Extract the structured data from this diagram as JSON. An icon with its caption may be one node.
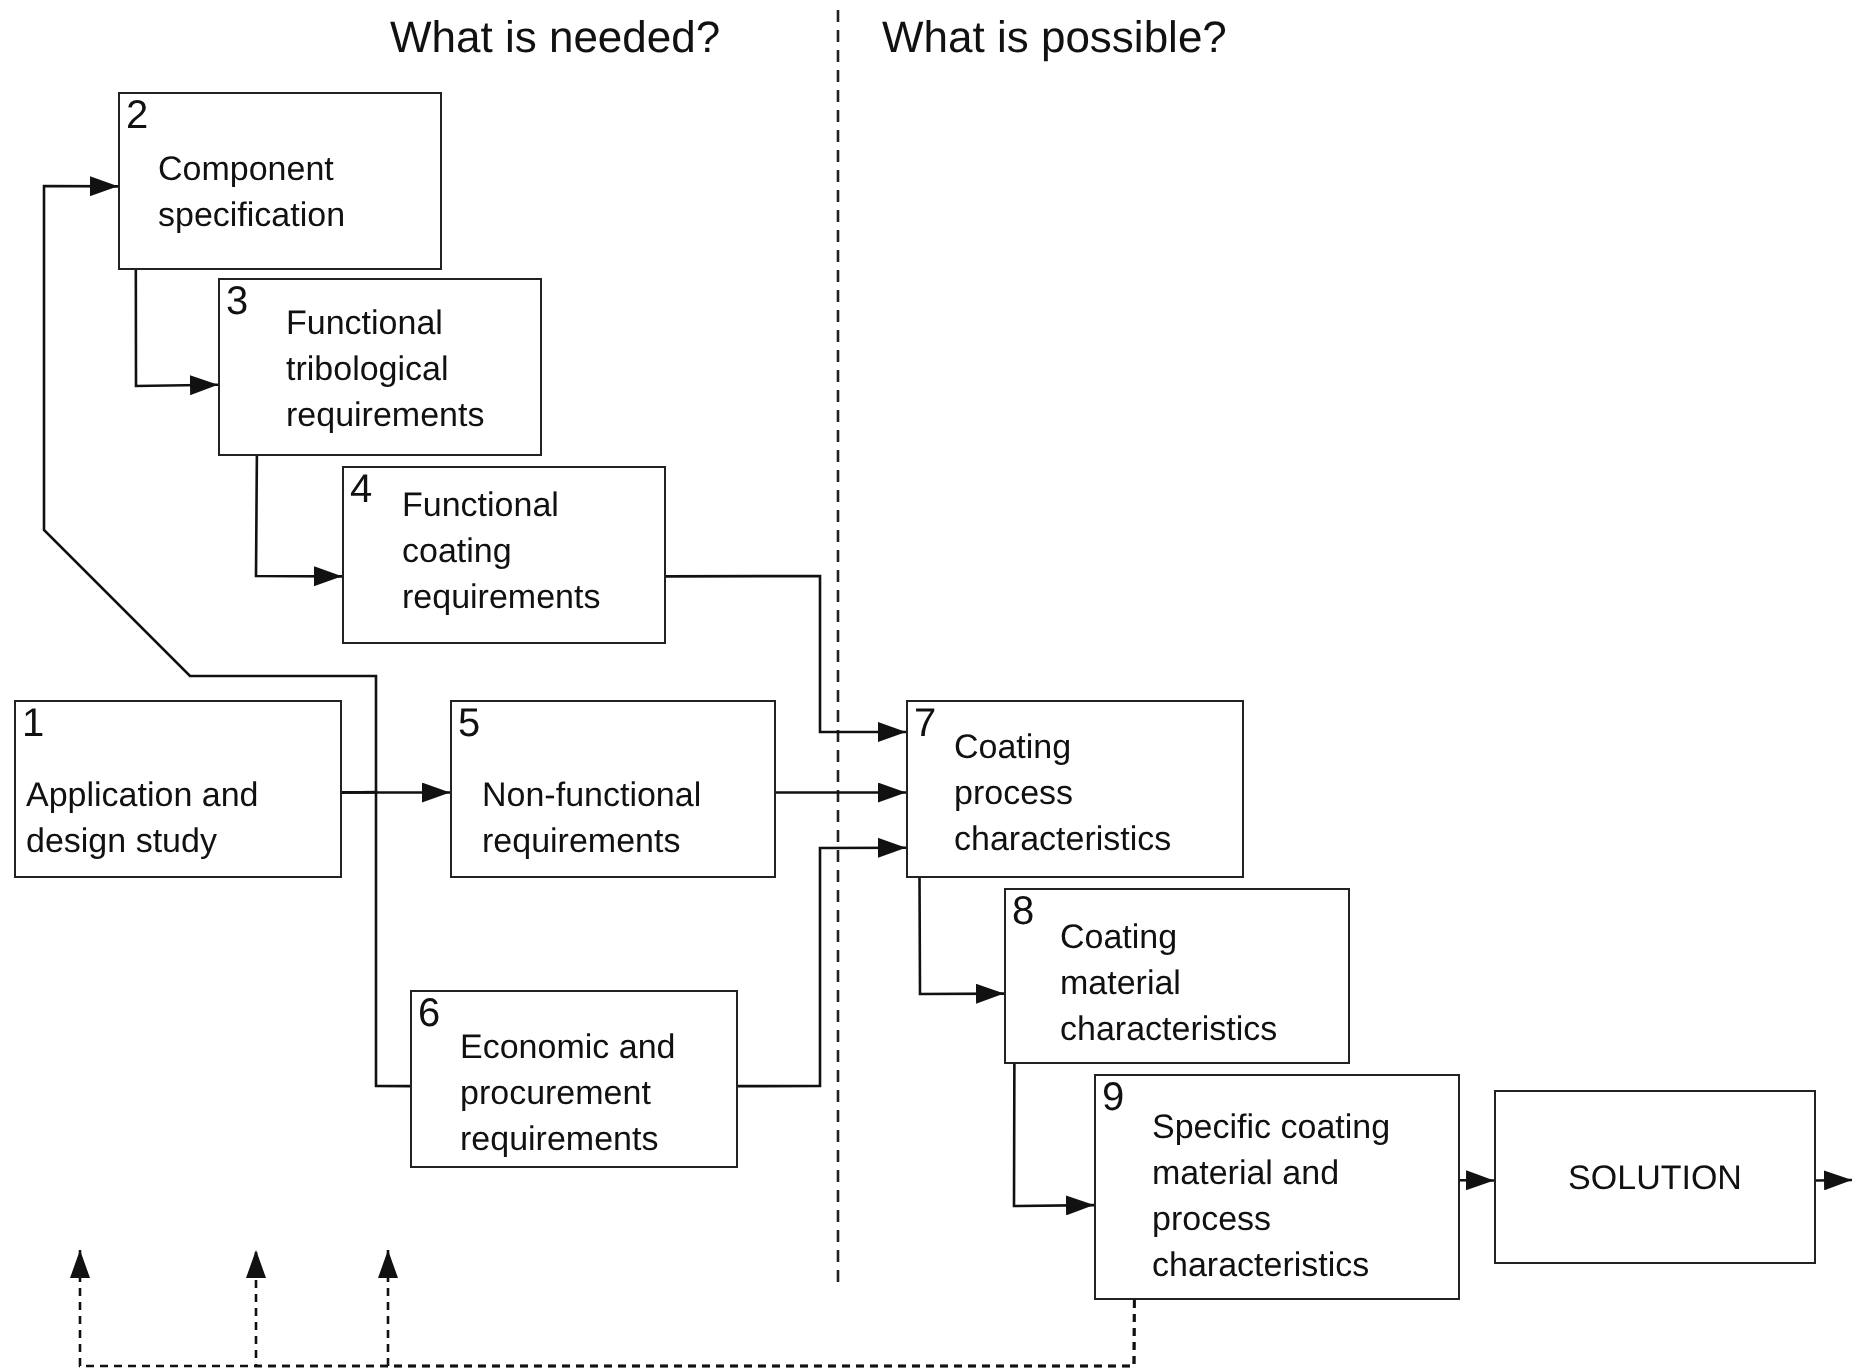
{
  "diagram": {
    "nodes": [
      {
        "text": [
          "2",
          "Component specification"
        ]
      },
      {
        "text": [
          "3",
          "Functional tribological requirements"
        ]
      },
      {
        "text": [
          "4",
          "Functional coating requirements"
        ]
      },
      {
        "text": [
          "1",
          "Application and design study"
        ]
      },
      {
        "text": [
          "5",
          "Non-functional requirements"
        ]
      },
      {
        "text": [
          "6",
          "Economic and procurement requirements"
        ]
      },
      {
        "text": [
          "7",
          "Coating process characteristics"
        ]
      },
      {
        "text": [
          "8",
          "Coating material characteristics"
        ]
      },
      {
        "text": [
          "9",
          "Specific coating material and process characteristics"
        ]
      },
      {
        "text": [
          "SOLUTION"
        ]
      }
    ],
    "edges": [
      {
        "from": 3,
        "to": 4,
        "arrow": "to"
      },
      {
        "from": 3,
        "to": 0,
        "arrow": "to"
      },
      {
        "from": 3,
        "to": 5,
        "arrow": "none"
      },
      {
        "from": 0,
        "to": 1,
        "arrow": "to"
      },
      {
        "from": 1,
        "to": 2,
        "arrow": "to"
      },
      {
        "from": 2,
        "to": 6,
        "arrow": "to"
      },
      {
        "from": 4,
        "to": 6,
        "arrow": "to"
      },
      {
        "from": 5,
        "to": 6,
        "arrow": "to"
      },
      {
        "from": 6,
        "to": 7,
        "arrow": "to"
      },
      {
        "from": 7,
        "to": 8,
        "arrow": "to"
      },
      {
        "from": 8,
        "to": 9,
        "arrow": "to"
      },
      {
        "from": 9,
        "to": null,
        "arrow": "to"
      },
      {
        "from": 8,
        "to": null,
        "arrow": "to",
        "style": "dashed"
      },
      {
        "from": 8,
        "to": null,
        "arrow": "to",
        "style": "dashed"
      },
      {
        "from": 8,
        "to": null,
        "arrow": "to",
        "style": "dashed"
      }
    ],
    "labels": [
      "What is needed?",
      "What is possible?"
    ]
  }
}
